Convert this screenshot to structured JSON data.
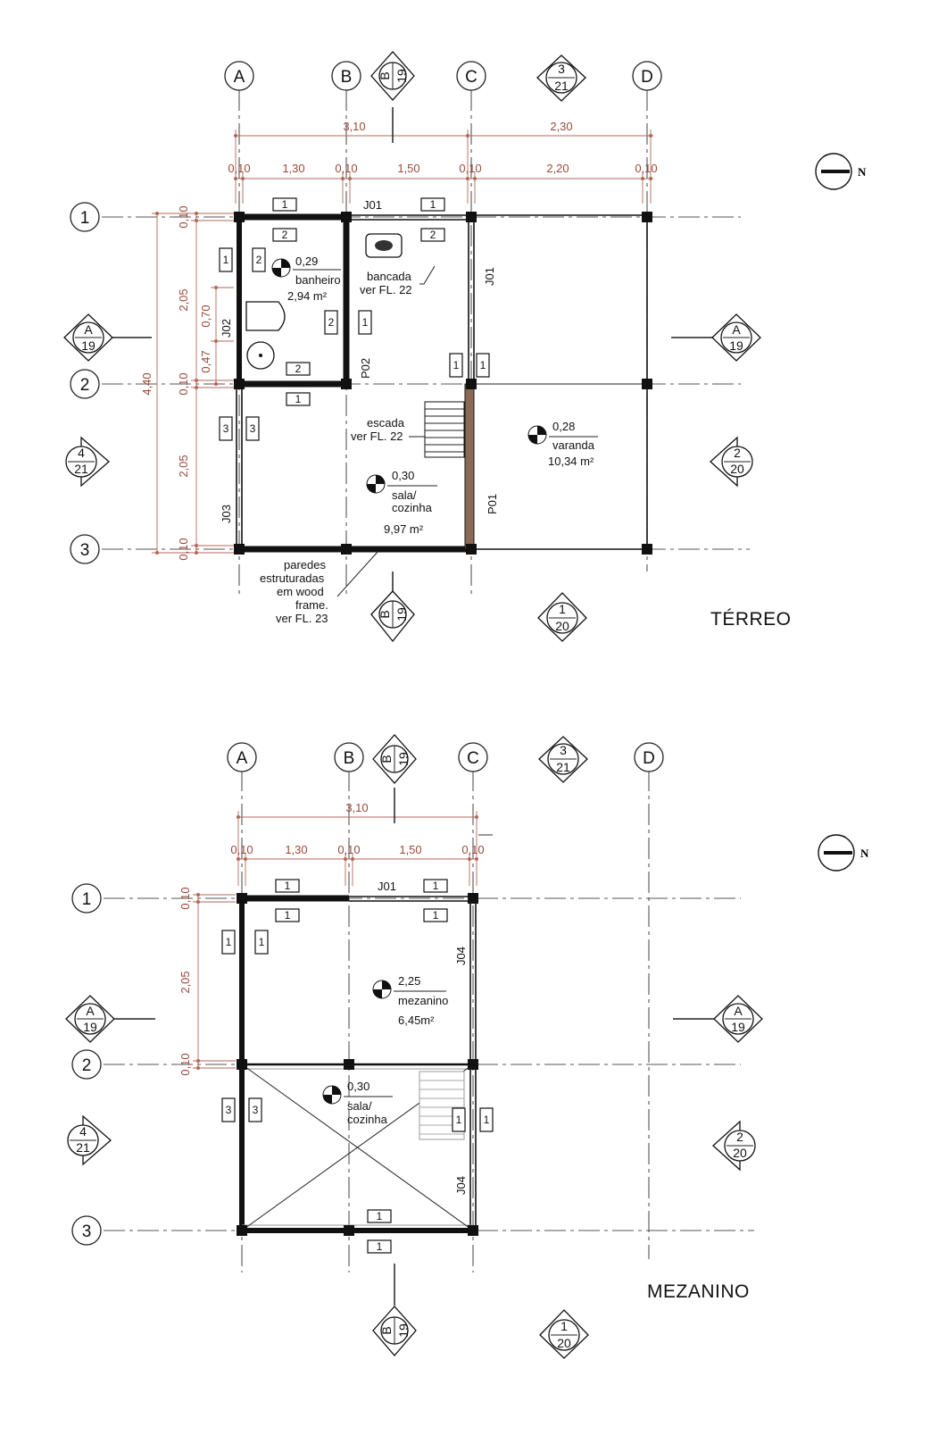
{
  "plans": [
    {
      "name": "TÉRREO",
      "cols": [
        "A",
        "B",
        "C",
        "D"
      ],
      "rows": [
        "1",
        "2",
        "3"
      ],
      "dims_top_total": [
        "3,10",
        "2,30"
      ],
      "dims_top_parts": [
        "0,10",
        "1,30",
        "0,10",
        "1,50",
        "0,10",
        "2,20",
        "0,10"
      ],
      "dims_left": [
        "0,10",
        "2,05",
        "0,70",
        "0,47",
        "0,10",
        "2,05",
        "0,10",
        "4,40"
      ],
      "rooms": [
        {
          "level": "0,29",
          "name": "banheiro",
          "area": "2,94 m²"
        },
        {
          "level": "0,30",
          "name": "sala/ cozinha",
          "line1": "sala/",
          "line2": "cozinha",
          "area": "9,97 m²"
        },
        {
          "level": "0,28",
          "name": "varanda",
          "area": "10,34 m²"
        }
      ],
      "notes": {
        "bancada_1": "bancada",
        "bancada_2": "ver FL. 22",
        "escada_1": "escada",
        "escada_2": "ver FL. 22",
        "paredes_1": "paredes",
        "paredes_2": "estruturadas",
        "paredes_3": "em wood",
        "paredes_4": "frame.",
        "paredes_5": "ver FL. 23"
      },
      "openings": [
        "J01",
        "J02",
        "J03",
        "P01",
        "P02"
      ],
      "tags": [
        "1",
        "2",
        "3"
      ],
      "sections": [
        {
          "top": "B",
          "bottom": "19"
        },
        {
          "top": "3",
          "bottom": "21"
        },
        {
          "top": "A",
          "bottom": "19"
        },
        {
          "top": "4",
          "bottom": "21"
        },
        {
          "top": "2",
          "bottom": "20"
        },
        {
          "top": "1",
          "bottom": "20"
        }
      ],
      "north": "N"
    },
    {
      "name": "MEZANINO",
      "cols": [
        "A",
        "B",
        "C",
        "D"
      ],
      "rows": [
        "1",
        "2",
        "3"
      ],
      "dims_top_total": [
        "3,10"
      ],
      "dims_top_parts": [
        "0,10",
        "1,30",
        "0,10",
        "1,50",
        "0,10"
      ],
      "dims_left": [
        "0,10",
        "2,05",
        "0,10"
      ],
      "rooms": [
        {
          "level": "2,25",
          "name": "mezanino",
          "area": "6,45m²"
        },
        {
          "level": "0,30",
          "name": "sala/ cozinha",
          "line1": "sala/",
          "line2": "cozinha",
          "area": ""
        }
      ],
      "openings": [
        "J01",
        "J04",
        "J04"
      ],
      "tags": [
        "1",
        "3"
      ],
      "sections": [
        {
          "top": "B",
          "bottom": "19"
        },
        {
          "top": "3",
          "bottom": "21"
        },
        {
          "top": "A",
          "bottom": "19"
        },
        {
          "top": "4",
          "bottom": "21"
        },
        {
          "top": "2",
          "bottom": "20"
        },
        {
          "top": "1",
          "bottom": "20"
        }
      ],
      "north": "N"
    }
  ],
  "colors": {
    "dimension": "#9c4a3a",
    "line": "#111111"
  }
}
